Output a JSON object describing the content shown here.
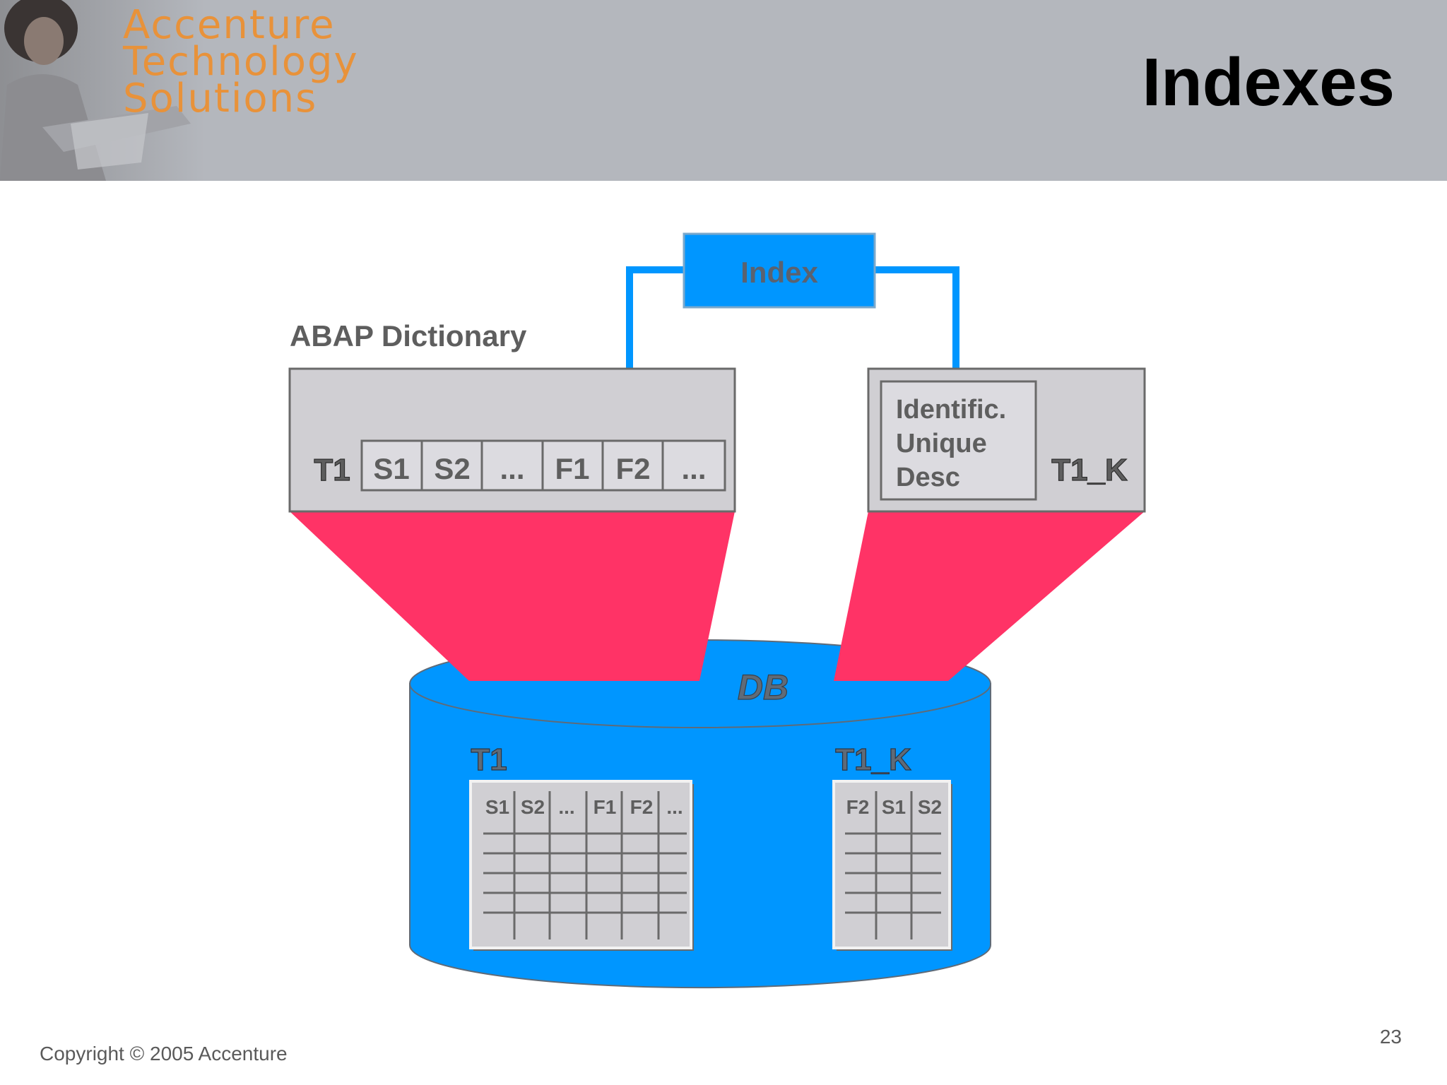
{
  "header": {
    "logo_lines": [
      "Accenture",
      "Technology",
      "Solutions"
    ],
    "title": "Indexes"
  },
  "diagram": {
    "index_box": "Index",
    "dictionary_label": "ABAP Dictionary",
    "table_name": "T1",
    "table_fields": [
      "S1",
      "S2",
      "...",
      "F1",
      "F2",
      "..."
    ],
    "index_name": "T1_K",
    "index_props": [
      "Identific.",
      "Unique",
      "Desc"
    ],
    "db_label": "DB",
    "db_table_name": "T1",
    "db_table_fields": [
      "S1",
      "S2",
      "...",
      "F1",
      "F2",
      "..."
    ],
    "db_index_name": "T1_K",
    "db_index_fields": [
      "F2",
      "S1",
      "S2"
    ],
    "colors": {
      "blue": "#0096ff",
      "pink": "#ff3366",
      "gray_box": "#d0cfd3",
      "header_bg": "#b4b7bd"
    }
  },
  "footer": {
    "copyright": "Copyright © 2005 Accenture",
    "page_number": "23"
  }
}
